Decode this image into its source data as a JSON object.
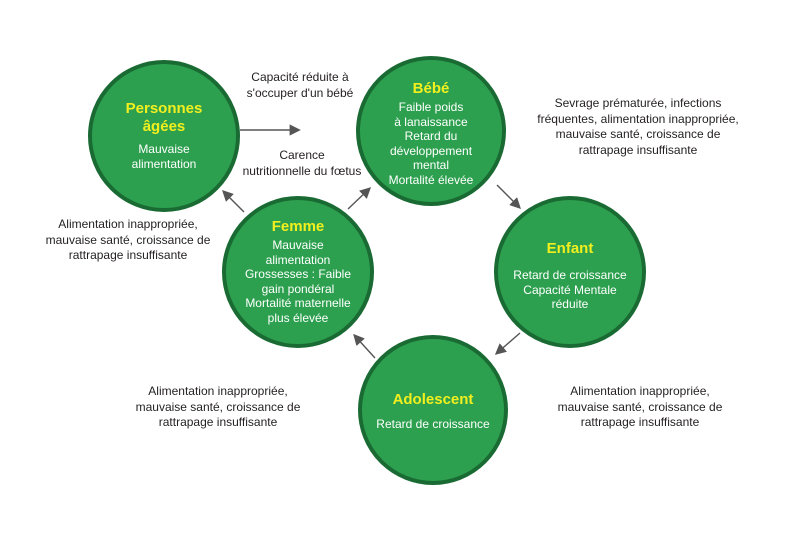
{
  "stages": {
    "personnes_agees": {
      "title": "Personnes âgées",
      "lines": [
        "Mauvaise",
        "alimentation"
      ]
    },
    "bebe": {
      "title": "Bébé",
      "lines": [
        "Faible poids",
        "à lanaissance",
        "Retard du",
        "développement",
        "mental",
        "Mortalité élevée"
      ]
    },
    "enfant": {
      "title": "Enfant",
      "lines": [
        "Retard de croissance",
        "Capacité Mentale",
        "réduite"
      ]
    },
    "adolescent": {
      "title": "Adolescent",
      "lines": [
        "Retard de croissance"
      ]
    },
    "femme": {
      "title": "Femme",
      "lines": [
        "Mauvaise",
        "alimentation",
        "Grossesses : Faible",
        "gain pondéral",
        "Mortalité maternelle",
        "plus élevée"
      ]
    }
  },
  "annotations": {
    "agees_to_bebe": [
      "Capacité réduite à",
      "s'occuper d'un bébé"
    ],
    "femme_to_bebe": [
      "Carence",
      "nutritionnelle du fœtus"
    ],
    "bebe_to_enfant": [
      "Sevrage prématurée, infections",
      "fréquentes, alimentation inappropriée,",
      "mauvaise santé, croissance de",
      "rattrapage insuffisante"
    ],
    "enfant_to_adolescent": [
      "Alimentation inappropriée,",
      "mauvaise santé, croissance de",
      "rattrapage insuffisante"
    ],
    "adolescent_to_femme": [
      "Alimentation inappropriée,",
      "mauvaise santé, croissance de",
      "rattrapage insuffisante"
    ],
    "femme_to_agees": [
      "Alimentation inappropriée,",
      "mauvaise santé, croissance de",
      "rattrapage insuffisante"
    ]
  },
  "colors": {
    "circle_fill": "#2da04f",
    "circle_border": "#1a6b33",
    "title": "#f2ef1e",
    "text": "#ffffff",
    "arrow": "#555555"
  }
}
